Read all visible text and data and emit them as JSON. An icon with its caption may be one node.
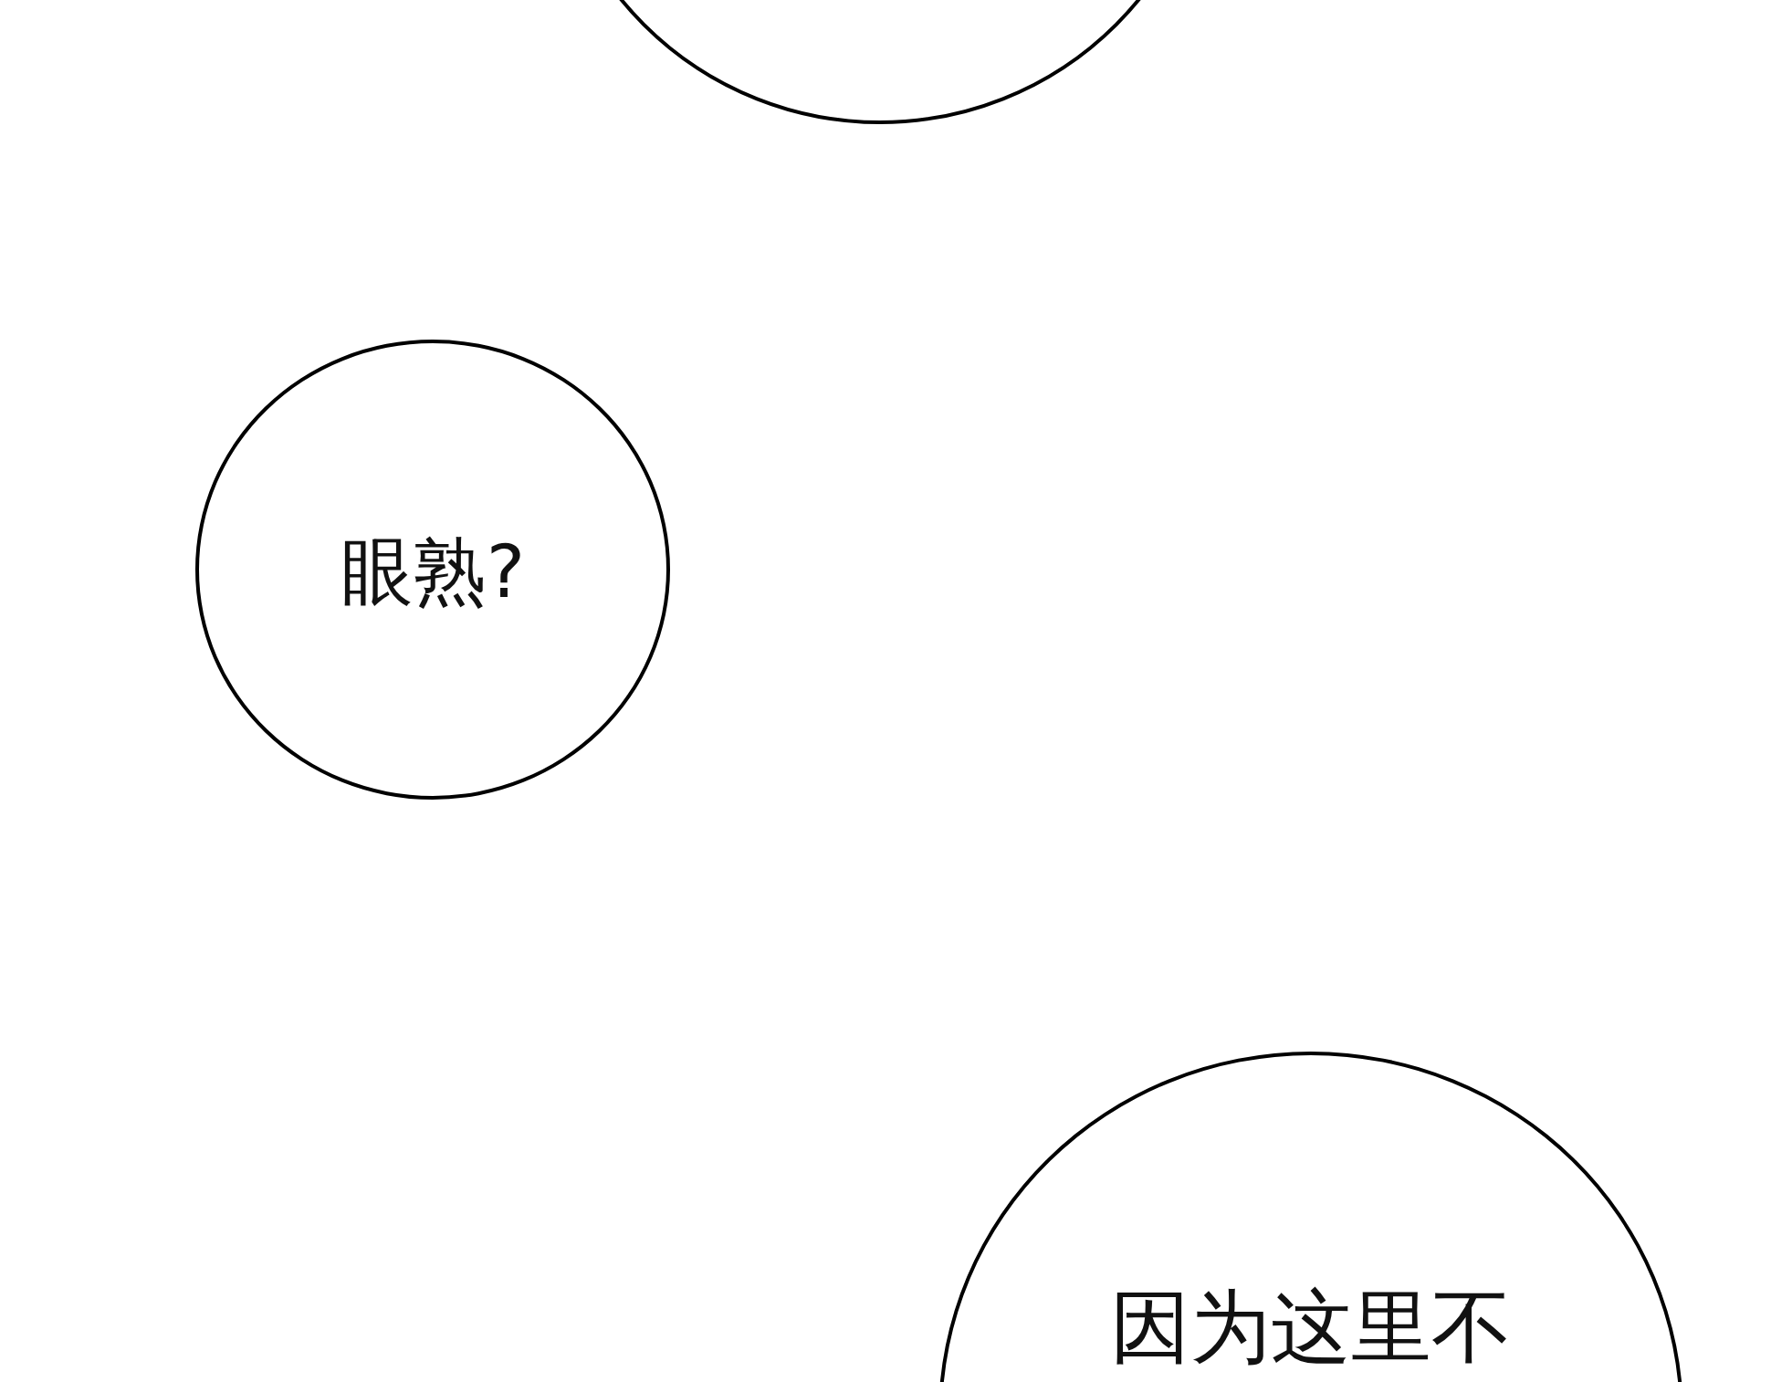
{
  "diagram": {
    "nodes": [
      {
        "text": [],
        "shape": "circle"
      },
      {
        "text": [
          "眼熟?"
        ]
      },
      {
        "text": [
          "因为这里不"
        ]
      }
    ]
  }
}
